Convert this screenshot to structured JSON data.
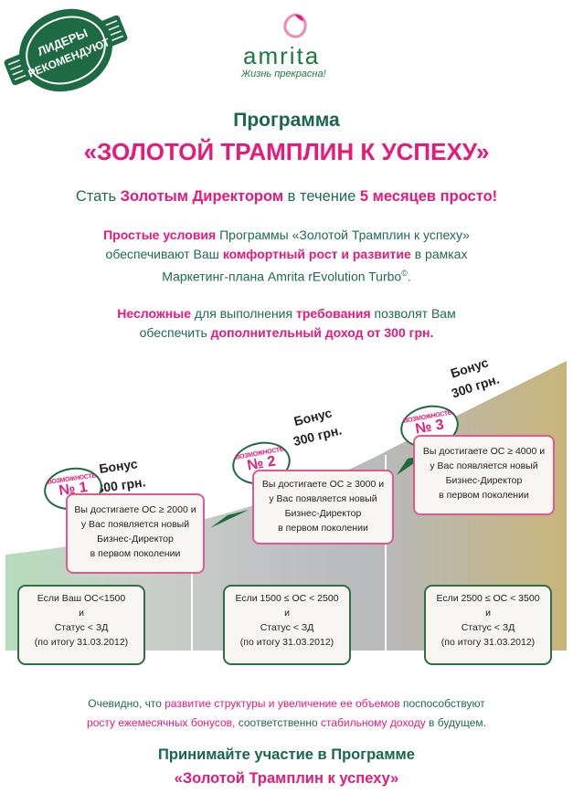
{
  "seal": {
    "line1": "ЛИДЕРЫ",
    "line2": "РЕКОМЕНДУЮТ",
    "color": "#1d6a43"
  },
  "logo": {
    "brand": "amrita",
    "slogan": "Жизнь прекрасна!",
    "icon": "drop-icon"
  },
  "heading": {
    "line1": "Программа",
    "line2": "«ЗОЛОТОЙ ТРАМПЛИН К УСПЕХУ»"
  },
  "subtitle": {
    "part1": "Стать ",
    "part2": "Золотым Директором",
    "part3": " в течение ",
    "part4": "5 месяцев просто!"
  },
  "para1": {
    "p1": "Простые условия",
    "p2": " Программы «Золотой Трамплин к успеху»",
    "p3": "обеспечивают Ваш ",
    "p4": "комфортный рост и развитие",
    "p5": " в рамках",
    "p6": "Маркетинг-плана Amrita rEvolution Turbo",
    "p7": "©",
    "p8": "."
  },
  "para2": {
    "p1": "Несложные",
    "p2": " для выполнения ",
    "p3": "требования",
    "p4": " позволят Вам",
    "p5": "обеспечить ",
    "p6": "дополнительный доход от 300 грн."
  },
  "steps": [
    {
      "bonus_label": "Бонус",
      "bonus_amount": "300 грн.",
      "badge_word": "ВОЗМОЖНОСТЬ",
      "badge_num": "№ 1",
      "opportunity": [
        "Вы достигаете ОС ≥ 2000 и",
        "у Вас появляется новый",
        "Бизнес-Директор",
        "в первом поколении"
      ],
      "condition": [
        "Если Ваш ОС<1500",
        "и",
        "Статус < ЗД",
        "(по итогу 31.03.2012)"
      ]
    },
    {
      "bonus_label": "Бонус",
      "bonus_amount": "300 грн.",
      "badge_word": "ВОЗМОЖНОСТЬ",
      "badge_num": "№ 2",
      "opportunity": [
        "Вы достигаете ОС ≥ 3000 и",
        "у Вас появляется новый",
        "Бизнес-Директор",
        "в первом поколении"
      ],
      "condition": [
        "Если 1500 ≤ ОС < 2500",
        "и",
        "Статус < ЗД",
        "(по итогу 31.03.2012)"
      ]
    },
    {
      "bonus_label": "Бонус",
      "bonus_amount": "300 грн.",
      "badge_word": "ВОЗМОЖНОСТЬ",
      "badge_num": "№ 3",
      "opportunity": [
        "Вы достигаете ОС ≥ 4000 и",
        "у Вас появляется новый",
        "Бизнес-Директор",
        "в первом поколении"
      ],
      "condition": [
        "Если 2500 ≤ ОС < 3500",
        "и",
        "Статус < ЗД",
        "(по итогу 31.03.2012)"
      ]
    }
  ],
  "closing": {
    "c1": "Очевидно, что ",
    "c2": "развитие структуры и увеличение ее объемов",
    "c3": " поспособствуют",
    "c4": "росту ежемесячных бонусов,",
    "c5": " соответственно ",
    "c6": "стабильному доходу",
    "c7": " в будущем."
  },
  "cta": {
    "line1": "Принимайте участие в Программе",
    "line2": "«Золотой Трамплин к успеху»"
  },
  "colors": {
    "green": "#17684a",
    "pink": "#e8197a",
    "arrow": "#1b6b3a"
  }
}
